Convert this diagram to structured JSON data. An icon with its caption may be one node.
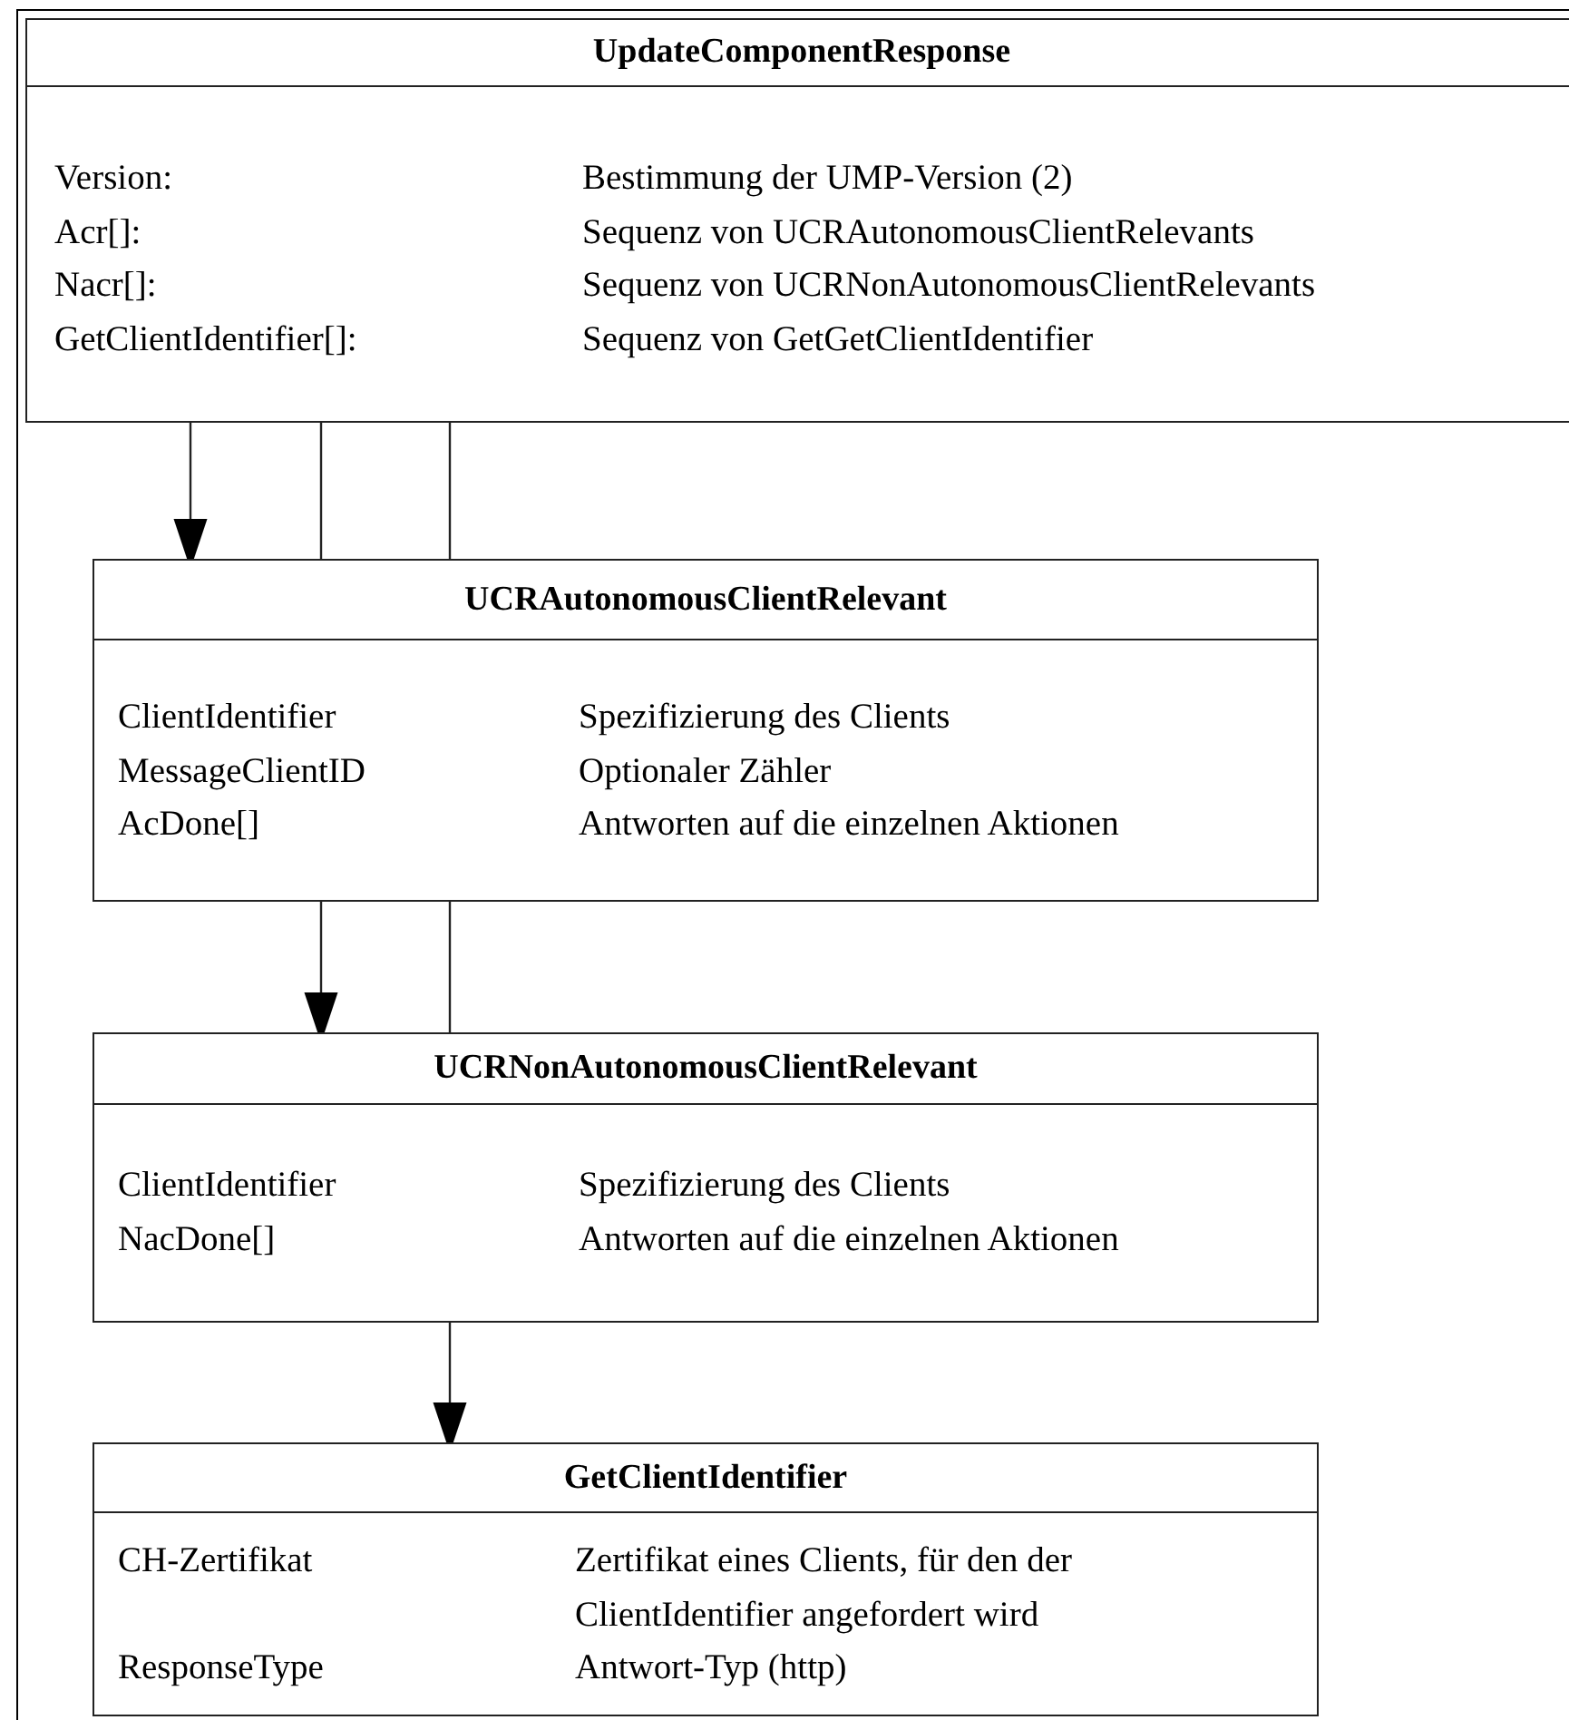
{
  "diagram": {
    "nodes": [
      {
        "text": [
          "UpdateComponentResponse",
          "Version:",
          "Bestimmung der UMP-Version (2)",
          "Acr[]:",
          "Sequenz von UCRAutonomousClientRelevants",
          "Nacr[]:",
          "Sequenz von UCRNonAutonomousClientRelevants",
          "GetClientIdentifier[]:",
          "Sequenz von GetGetClientIdentifier"
        ]
      },
      {
        "text": [
          "UCRAutonomousClientRelevant",
          "ClientIdentifier",
          "Spezifizierung des Clients",
          "MessageClientID",
          "Optionaler Zähler",
          "AcDone[]",
          "Antworten auf die einzelnen Aktionen"
        ]
      },
      {
        "text": [
          "UCRNonAutonomousClientRelevant",
          "ClientIdentifier",
          "Spezifizierung des Clients",
          "NacDone[]",
          "Antworten auf die einzelnen Aktionen"
        ]
      },
      {
        "text": [
          "GetClientIdentifier",
          "CH-Zertifikat",
          "Zertifikat eines Clients, für den der ClientIdentifier angefordert wird",
          "ResponseType",
          "Antwort-Typ (http)"
        ]
      }
    ],
    "edges": [
      {
        "from": 0,
        "to": 1,
        "arrow": "to"
      },
      {
        "from": 0,
        "to": 1,
        "arrow": "none"
      },
      {
        "from": 0,
        "to": 1,
        "arrow": "none"
      },
      {
        "from": 1,
        "to": 2,
        "arrow": "to"
      },
      {
        "from": 1,
        "to": 2,
        "arrow": "none"
      },
      {
        "from": 2,
        "to": 3,
        "arrow": "to"
      }
    ]
  }
}
